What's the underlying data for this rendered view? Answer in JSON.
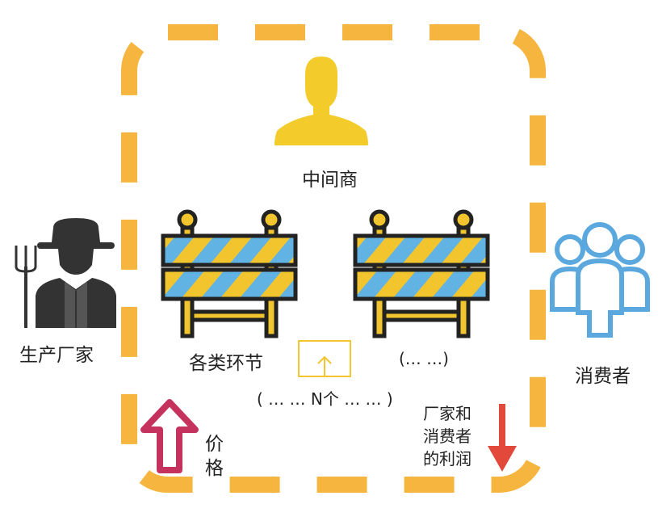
{
  "labels": {
    "middleman": "中间商",
    "manufacturer": "生产厂家",
    "consumer": "消费者",
    "links": "各类环节",
    "links_more": "(… …)",
    "n_links": "( … … N个 … … )",
    "price_line1": "价",
    "price_line2": "格",
    "profit_line1": "厂家和",
    "profit_line2": "消费者",
    "profit_line3": "的利润"
  },
  "colors": {
    "frame": "#F6B53F",
    "middleman_icon": "#F3CC2C",
    "manufacturer_icon": "#333333",
    "consumer_icon": "#5BA8DF",
    "barrier_yellow": "#F2C52E",
    "barrier_blue": "#61B3E4",
    "price_arrow": "#C4325D",
    "profit_arrow": "#E2493A"
  },
  "icons": {
    "middleman": "person-icon",
    "manufacturer": "farmer-icon",
    "consumer": "group-icon",
    "barrier": "road-barrier-icon",
    "price": "arrow-up-icon",
    "profit": "arrow-down-icon",
    "small_arrow": "small-up-arrow-icon"
  }
}
